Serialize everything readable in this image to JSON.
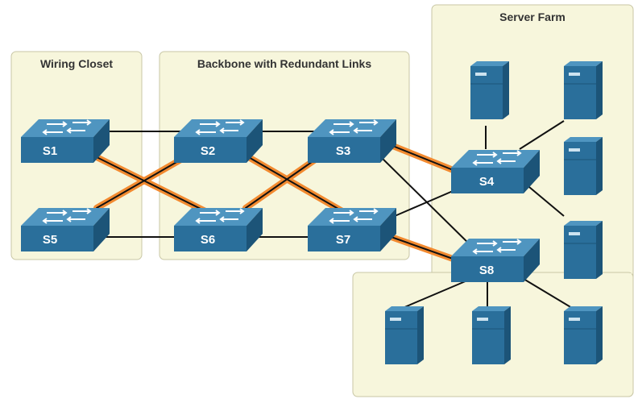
{
  "zones": {
    "wiring_closet": "Wiring Closet",
    "backbone": "Backbone with Redundant Links",
    "server_farm": "Server Farm"
  },
  "switches": {
    "s1": "S1",
    "s2": "S2",
    "s3": "S3",
    "s4": "S4",
    "s5": "S5",
    "s6": "S6",
    "s7": "S7",
    "s8": "S8"
  },
  "colors": {
    "zone_fill": "#f7f6dc",
    "zone_border": "#c9c7a6",
    "device_face": "#2a6f9b",
    "device_top": "#4f95c0",
    "device_side": "#1c5478",
    "link_plain": "#111111",
    "link_redundant": "#f28a30"
  },
  "icons": {
    "switch": "switch-icon",
    "server": "server-icon"
  }
}
